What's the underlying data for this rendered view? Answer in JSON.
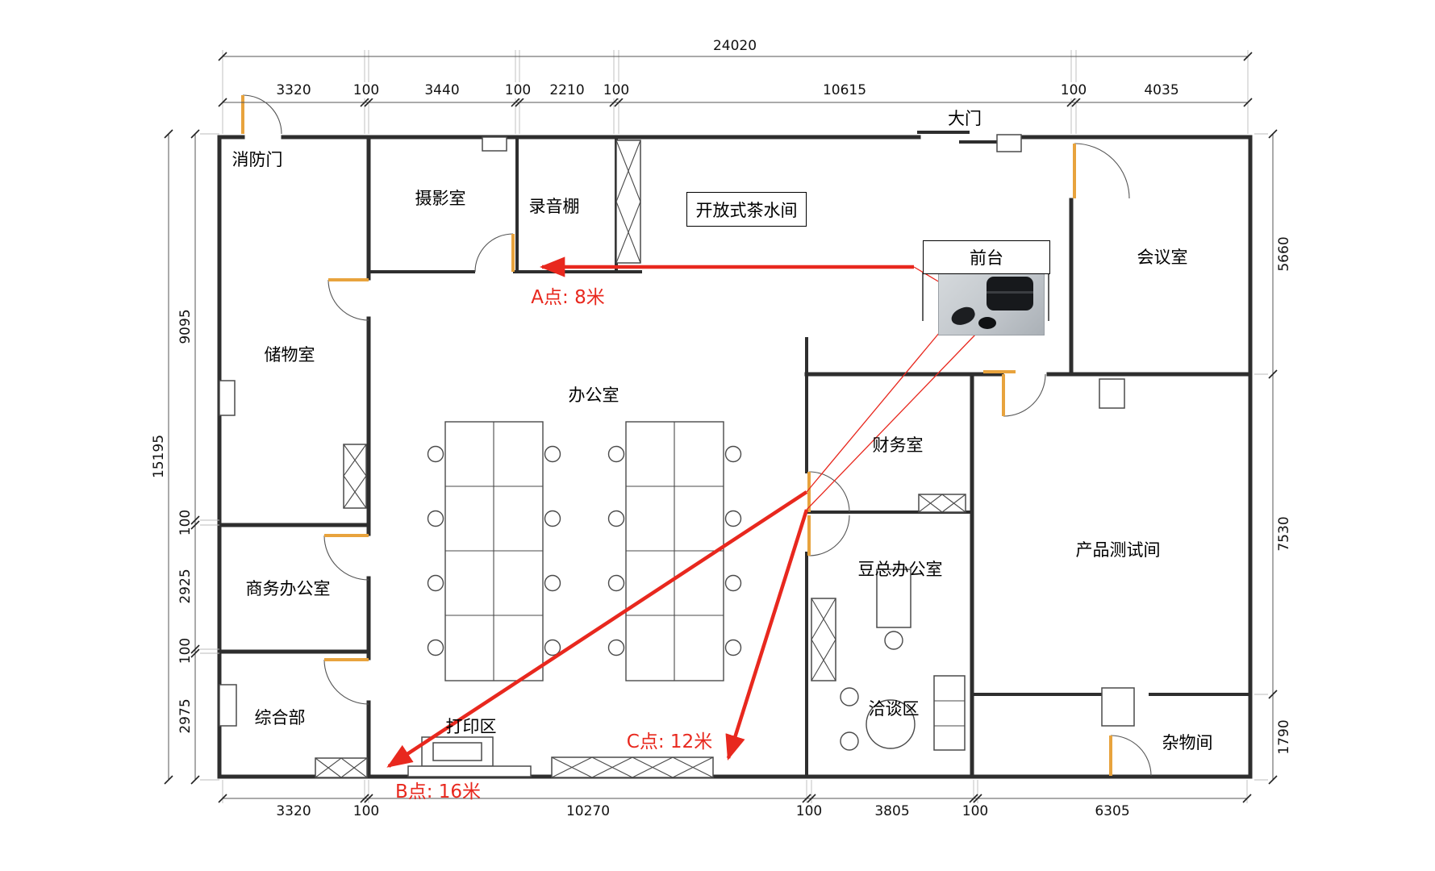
{
  "plan": {
    "gate": "大门",
    "fire_door": "消防门",
    "rooms": {
      "photo": "摄影室",
      "recording": "录音棚",
      "tea": "开放式茶水间",
      "front_desk": "前台",
      "meeting": "会议室",
      "storage": "储物室",
      "office": "办公室",
      "finance": "财务室",
      "product_test": "产品测试间",
      "business_office": "商务办公室",
      "boss_office": "豆总办公室",
      "lounge": "洽谈区",
      "general": "综合部",
      "print": "打印区",
      "sundry": "杂物间"
    }
  },
  "annotations": {
    "point_a": "A点: 8米",
    "point_b": "B点: 16米",
    "point_c": "C点: 12米"
  },
  "dims": {
    "overall_width": "24020",
    "overall_height": "15195",
    "top": [
      "3320",
      "100",
      "3440",
      "100",
      "2210",
      "100",
      "10615",
      "100",
      "4035"
    ],
    "left": [
      "9095",
      "100",
      "2925",
      "100",
      "2975"
    ],
    "right": [
      "5660",
      "7530",
      "1790"
    ],
    "bottom": [
      "3320",
      "100",
      "10270",
      "100",
      "3805",
      "100",
      "6305"
    ]
  },
  "colors": {
    "annotation_red": "#e8281e",
    "door_orange": "#e8a33d",
    "wall": "#2e2e2e"
  }
}
